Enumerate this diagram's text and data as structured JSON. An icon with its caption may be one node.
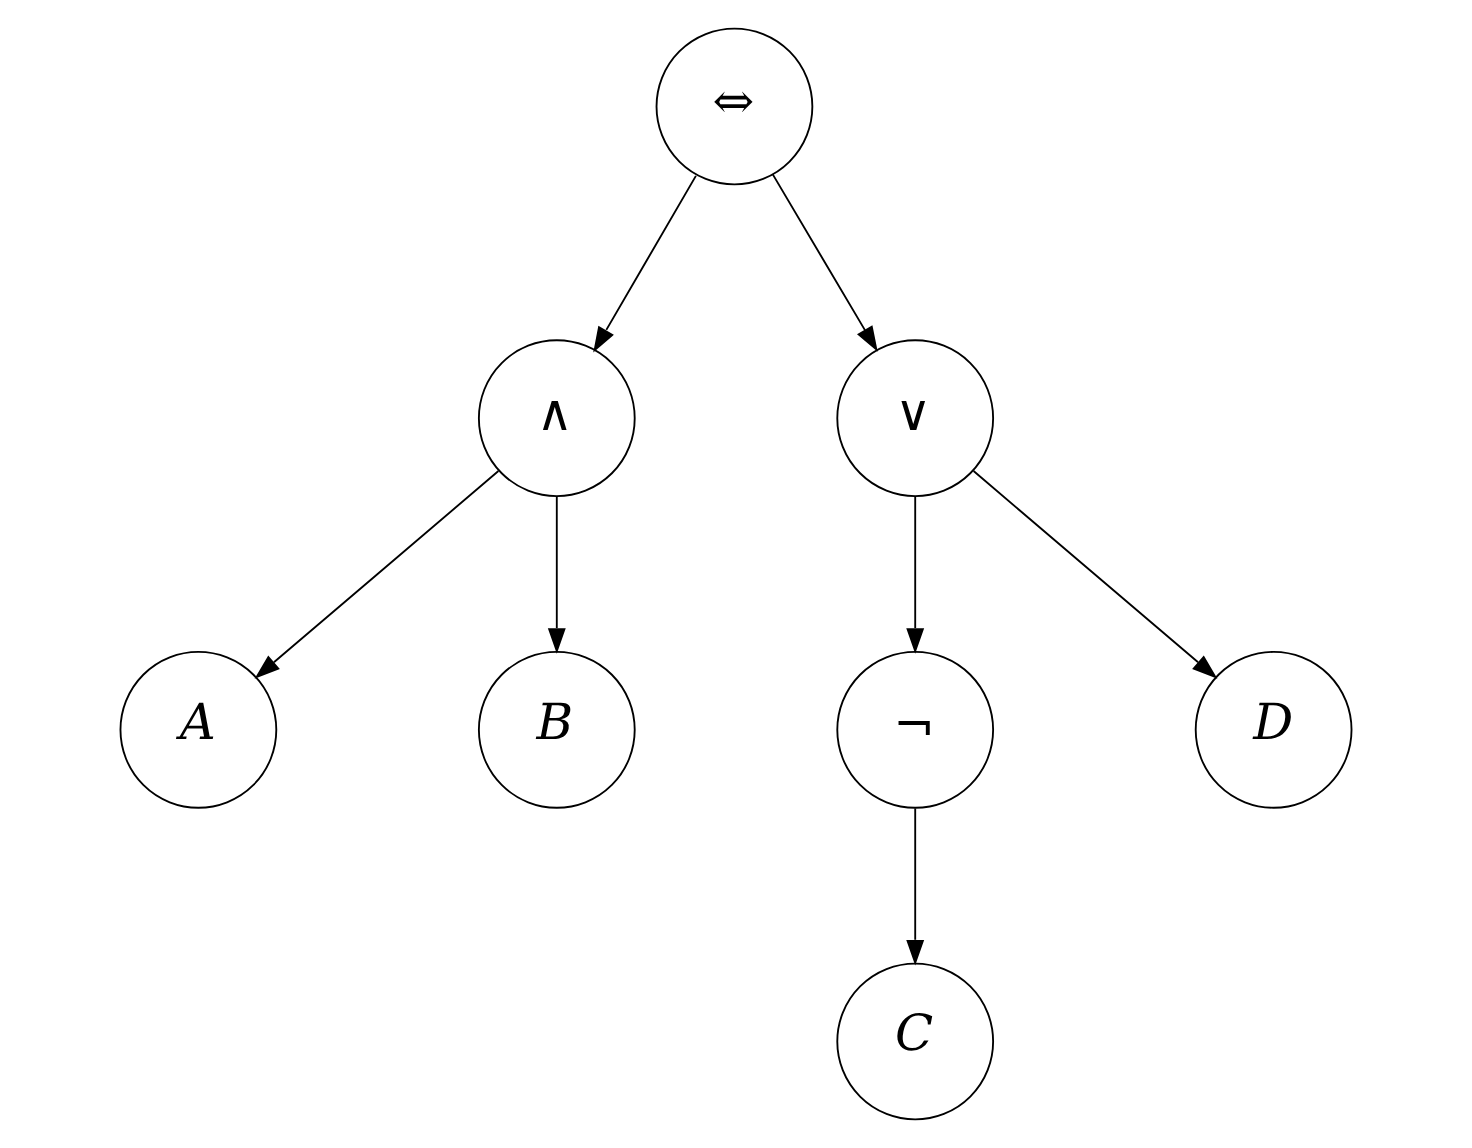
{
  "diagram": {
    "nodes": [
      {
        "text": [
          "⇔"
        ]
      },
      {
        "text": [
          "∧"
        ]
      },
      {
        "text": [
          "∨"
        ]
      },
      {
        "text": [
          "A"
        ]
      },
      {
        "text": [
          "B"
        ]
      },
      {
        "text": [
          "¬"
        ]
      },
      {
        "text": [
          "D"
        ]
      },
      {
        "text": [
          "C"
        ]
      }
    ],
    "edges": [
      {
        "from": 0,
        "to": 1,
        "arrow": "to"
      },
      {
        "from": 0,
        "to": 2,
        "arrow": "to"
      },
      {
        "from": 1,
        "to": 3,
        "arrow": "to"
      },
      {
        "from": 1,
        "to": 4,
        "arrow": "to"
      },
      {
        "from": 2,
        "to": 5,
        "arrow": "to"
      },
      {
        "from": 2,
        "to": 6,
        "arrow": "to"
      },
      {
        "from": 5,
        "to": 7,
        "arrow": "to"
      }
    ]
  }
}
